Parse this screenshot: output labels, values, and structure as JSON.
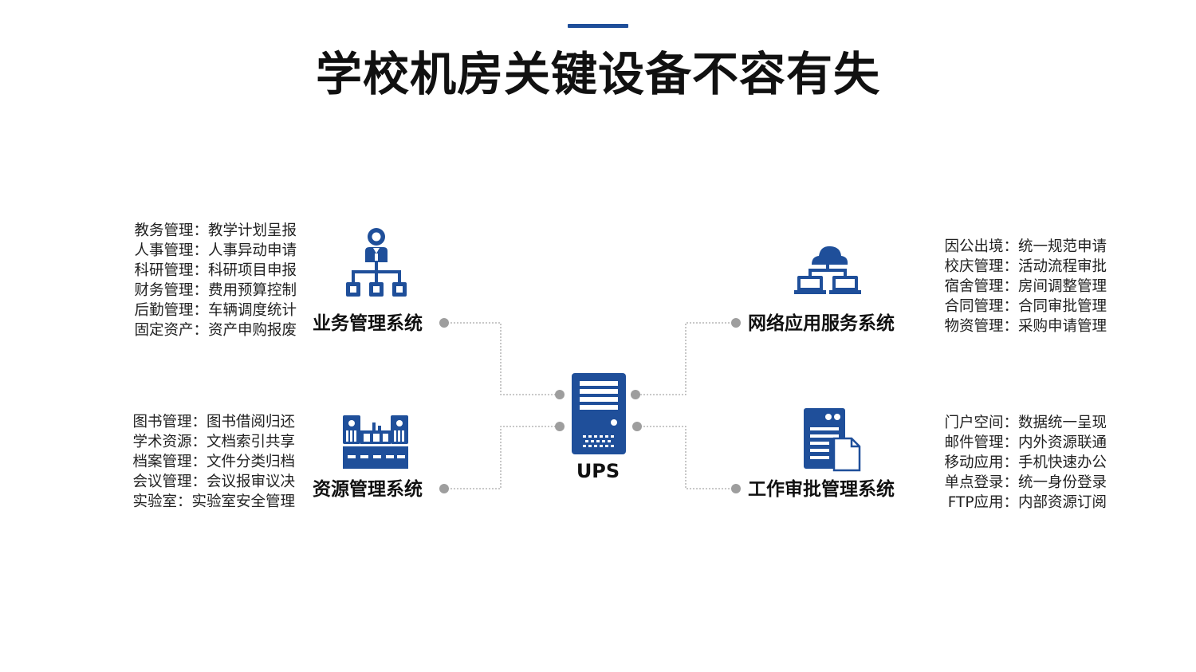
{
  "title": "学校机房关键设备不容有失",
  "colors": {
    "accent": "#1f4f9a",
    "connector": "#a9a9a9",
    "dot": "#9e9e9e"
  },
  "center": {
    "label": "UPS",
    "icon": "server-icon"
  },
  "systems": {
    "business": {
      "label": "业务管理系统",
      "icon": "org-chart-person-icon",
      "items": [
        "教务管理：教学计划呈报",
        "人事管理：人事异动申请",
        "科研管理：科研项目申报",
        "财务管理：费用预算控制",
        "后勤管理：车辆调度统计",
        "固定资产：资产申购报废"
      ]
    },
    "resource": {
      "label": "资源管理系统",
      "icon": "building-icon",
      "items": [
        "图书管理：图书借阅归还",
        "学术资源：文档索引共享",
        "档案管理：文件分类归档",
        "会议管理：会议报审议决",
        "实验室：实验室安全管理"
      ]
    },
    "network": {
      "label": "网络应用服务系统",
      "icon": "cloud-network-icon",
      "items": [
        "因公出境：统一规范申请",
        "校庆管理：活动流程审批",
        "宿舍管理：房间调整管理",
        "合同管理：合同审批管理",
        "物资管理：采购申请管理"
      ]
    },
    "approval": {
      "label": "工作审批管理系统",
      "icon": "document-server-icon",
      "items": [
        "门户空间：数据统一呈现",
        "邮件管理：内外资源联通",
        "移动应用：手机快速办公",
        "单点登录：统一身份登录",
        "FTP应用：内部资源订阅"
      ]
    }
  }
}
